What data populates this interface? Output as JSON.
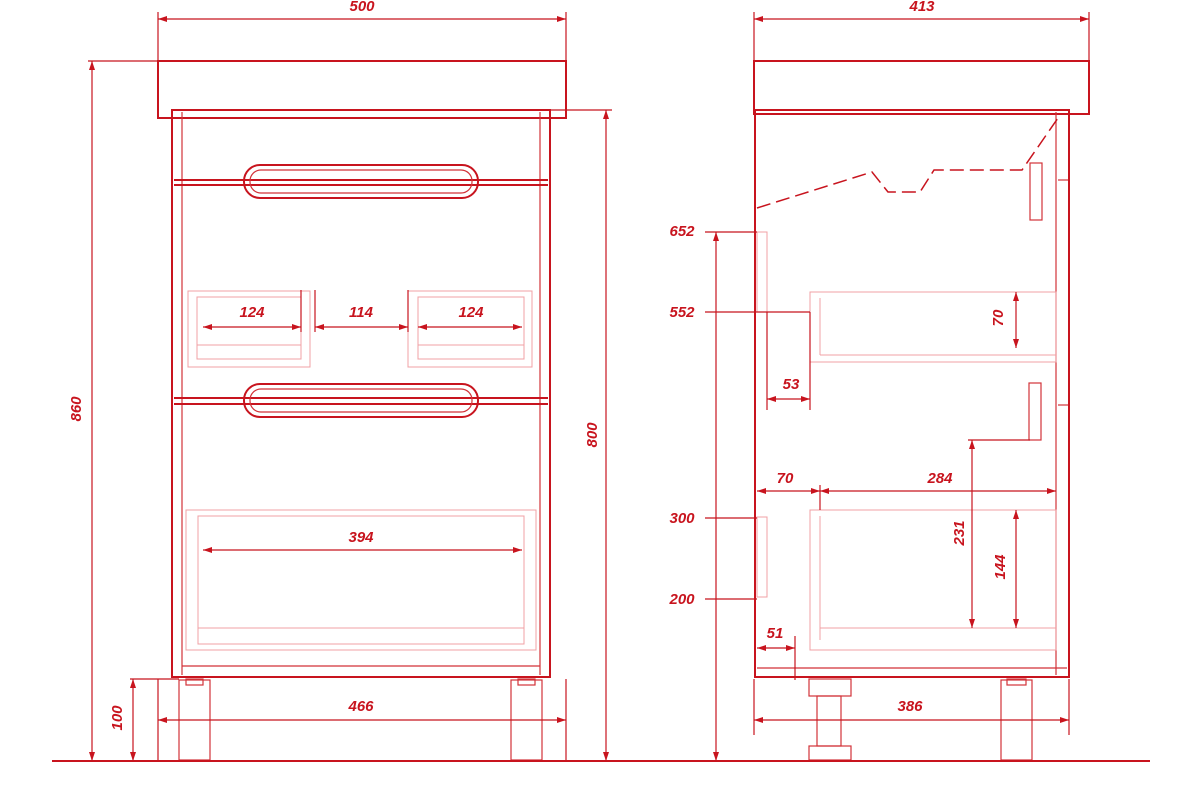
{
  "front_view": {
    "overall_width": "500",
    "overall_height": "860",
    "body_height": "800",
    "leg_height": "100",
    "inner_width_bottom": "466",
    "upper_left_width": "124",
    "upper_middle_width": "114",
    "upper_right_width": "124",
    "lower_drawer_width": "394"
  },
  "side_view": {
    "overall_depth": "413",
    "body_depth": "386",
    "level_652": "652",
    "level_552": "552",
    "level_300": "300",
    "level_200": "200",
    "upper_drawer_height": "70",
    "offset_53": "53",
    "offset_70": "70",
    "drawer_depth": "284",
    "lower_height_231": "231",
    "lower_height_144": "144",
    "offset_51": "51"
  },
  "colors": {
    "line": "#c8141e",
    "faint": "#f0a0a4"
  }
}
